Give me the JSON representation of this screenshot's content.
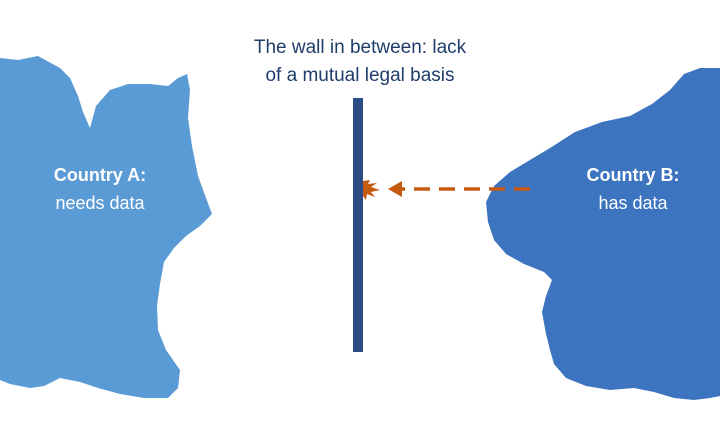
{
  "wall": {
    "caption_line1": "The wall in between: lack",
    "caption_line2": "of a mutual legal basis",
    "color": "#2a4d86"
  },
  "country_a": {
    "name": "Country A:",
    "description": "needs data",
    "color": "#5b9bd5"
  },
  "country_b": {
    "name": "Country B:",
    "description": "has data",
    "color": "#3c74c0"
  },
  "request_arrow": {
    "color": "#c55a11",
    "style": "dashed",
    "direction": "from Country B toward wall"
  }
}
